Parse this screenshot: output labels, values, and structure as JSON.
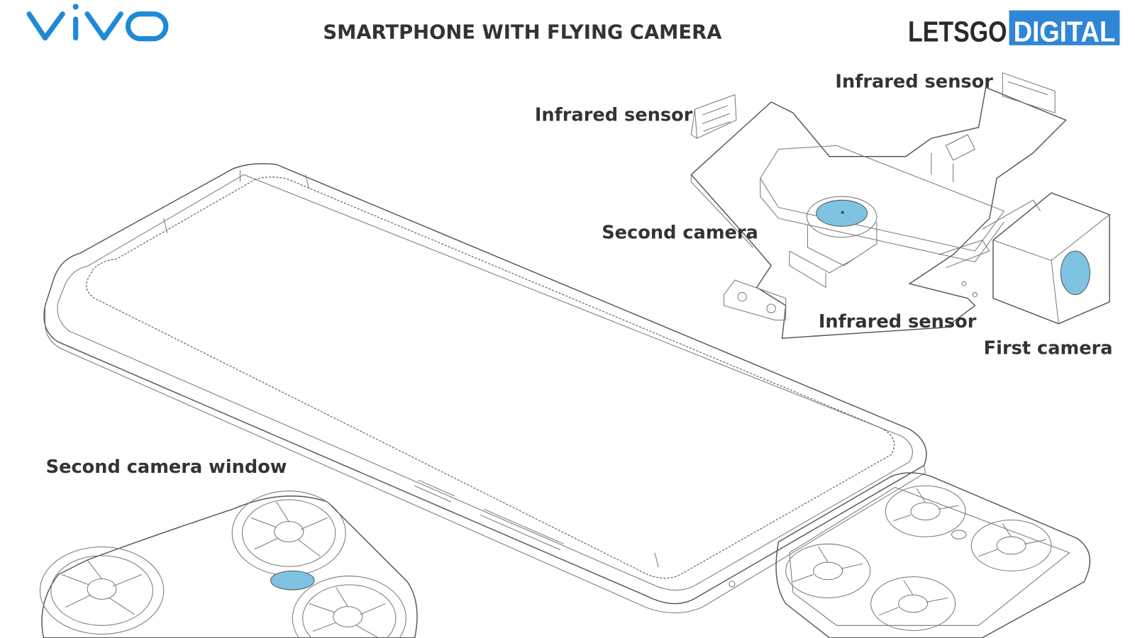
{
  "header": {
    "brand_logo": "vivo",
    "title": "SMARTPHONE WITH FLYING CAMERA",
    "publisher_logo": {
      "part1": "LETSGO",
      "part2": "DIGITAL"
    }
  },
  "labels": {
    "infrared_sensor_top_left": "Infrared sensor",
    "infrared_sensor_top_right": "Infrared sensor",
    "second_camera": "Second camera",
    "infrared_sensor_bottom": "Infrared sensor",
    "first_camera": "First camera",
    "second_camera_window": "Second camera window"
  },
  "colors": {
    "vivo_blue": "#1e8ad6",
    "letsgo_blue": "#2f86d4",
    "lens_blue": "#7fc3e2",
    "line": "#555555"
  }
}
